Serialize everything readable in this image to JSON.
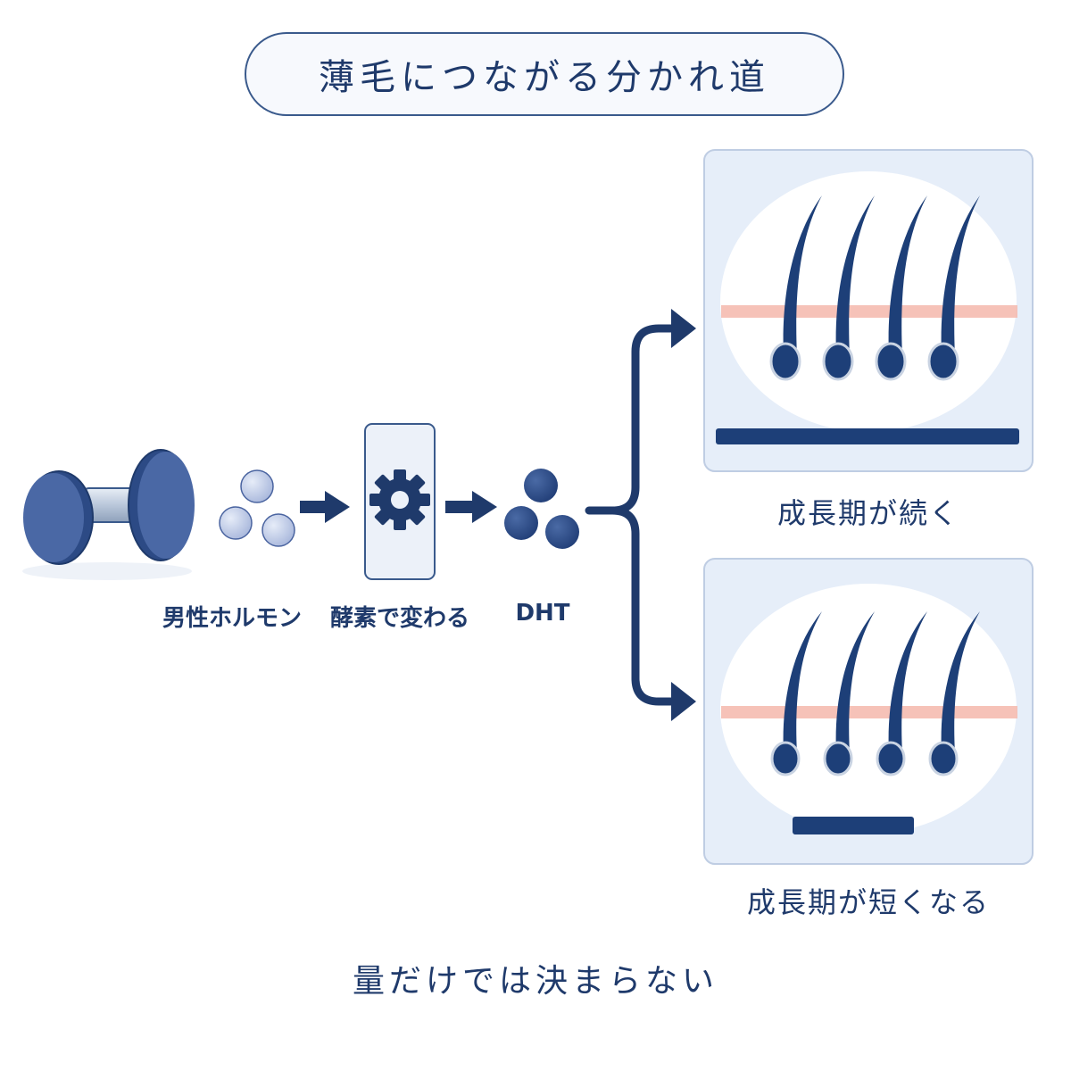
{
  "title": "薄毛につながる分かれ道",
  "steps": [
    {
      "label": "男性ホルモン",
      "icon": "dumbbell-icon"
    },
    {
      "label": "酵素で変わる",
      "icon": "gear-icon"
    },
    {
      "label": "DHT",
      "icon": "molecule-icon"
    }
  ],
  "outcomes": [
    {
      "label": "成長期が続く",
      "bar": "long"
    },
    {
      "label": "成長期が短くなる",
      "bar": "short"
    }
  ],
  "caption": "量だけでは決まらない",
  "colors": {
    "primary": "#1f3a6b",
    "hair": "#1d3f78",
    "accent_skin": "#f4b7ac",
    "panel_bg": "#e6eef9"
  }
}
